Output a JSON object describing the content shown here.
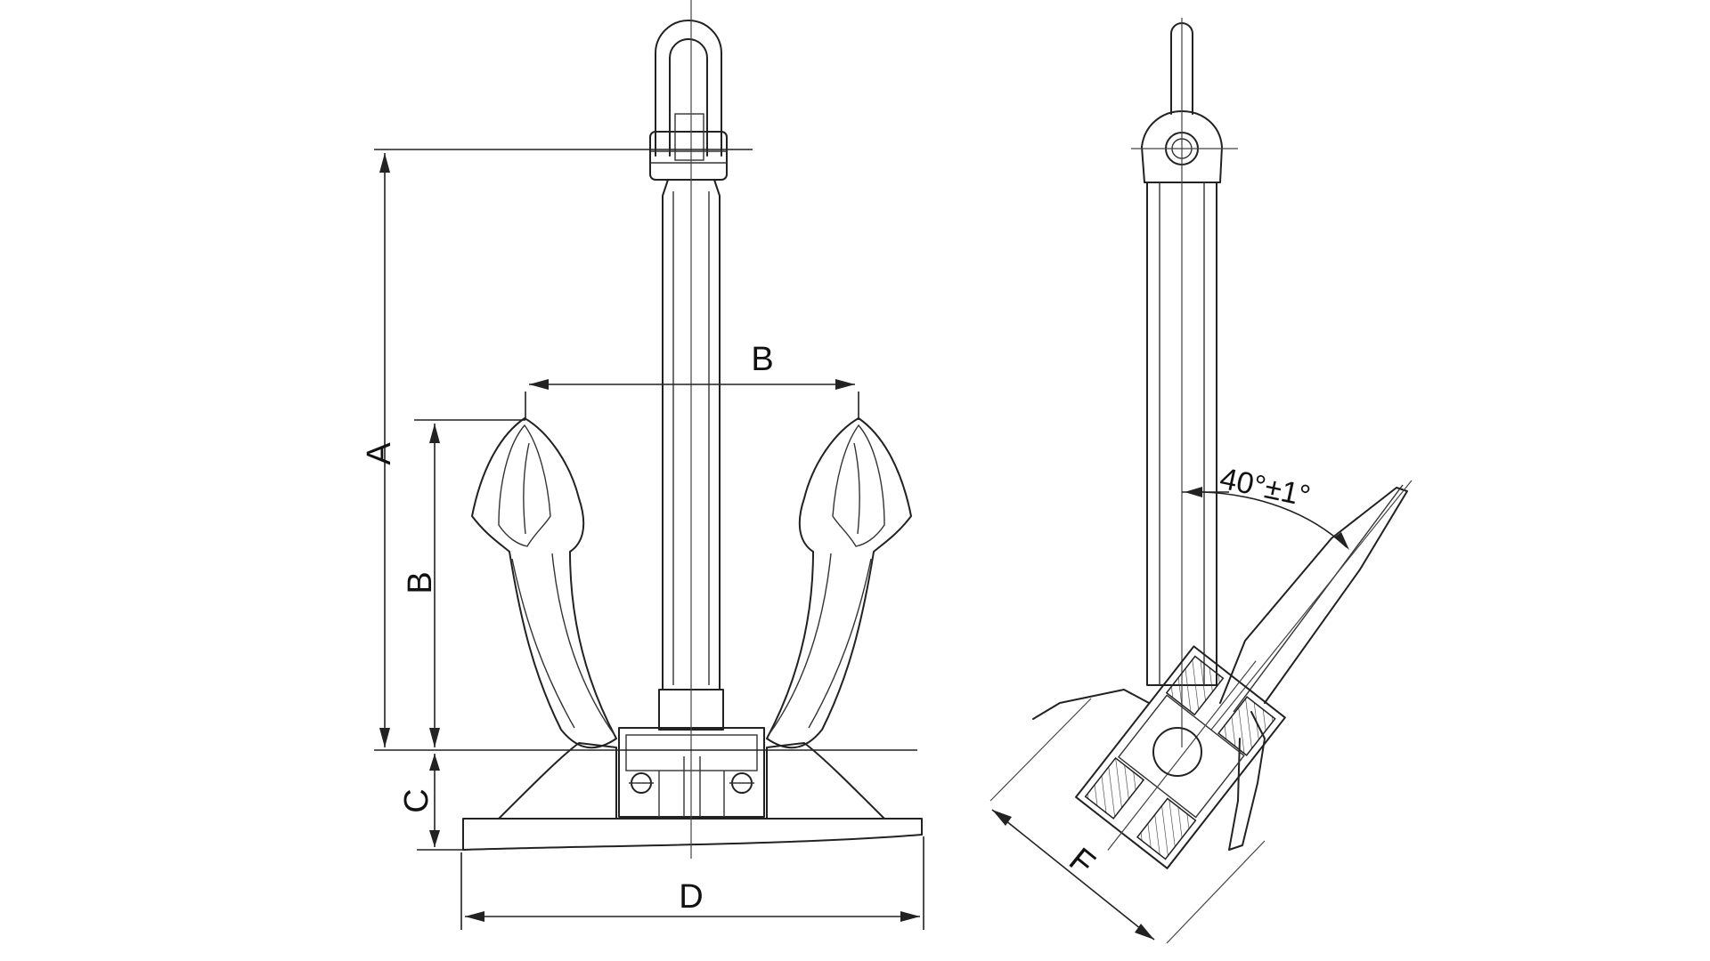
{
  "labels": {
    "a": "A",
    "b_top": "B",
    "b_side": "B",
    "c": "C",
    "d": "D",
    "f": "F",
    "angle": "40°±1°"
  },
  "colors": {
    "line": "#222222",
    "background": "#ffffff"
  }
}
